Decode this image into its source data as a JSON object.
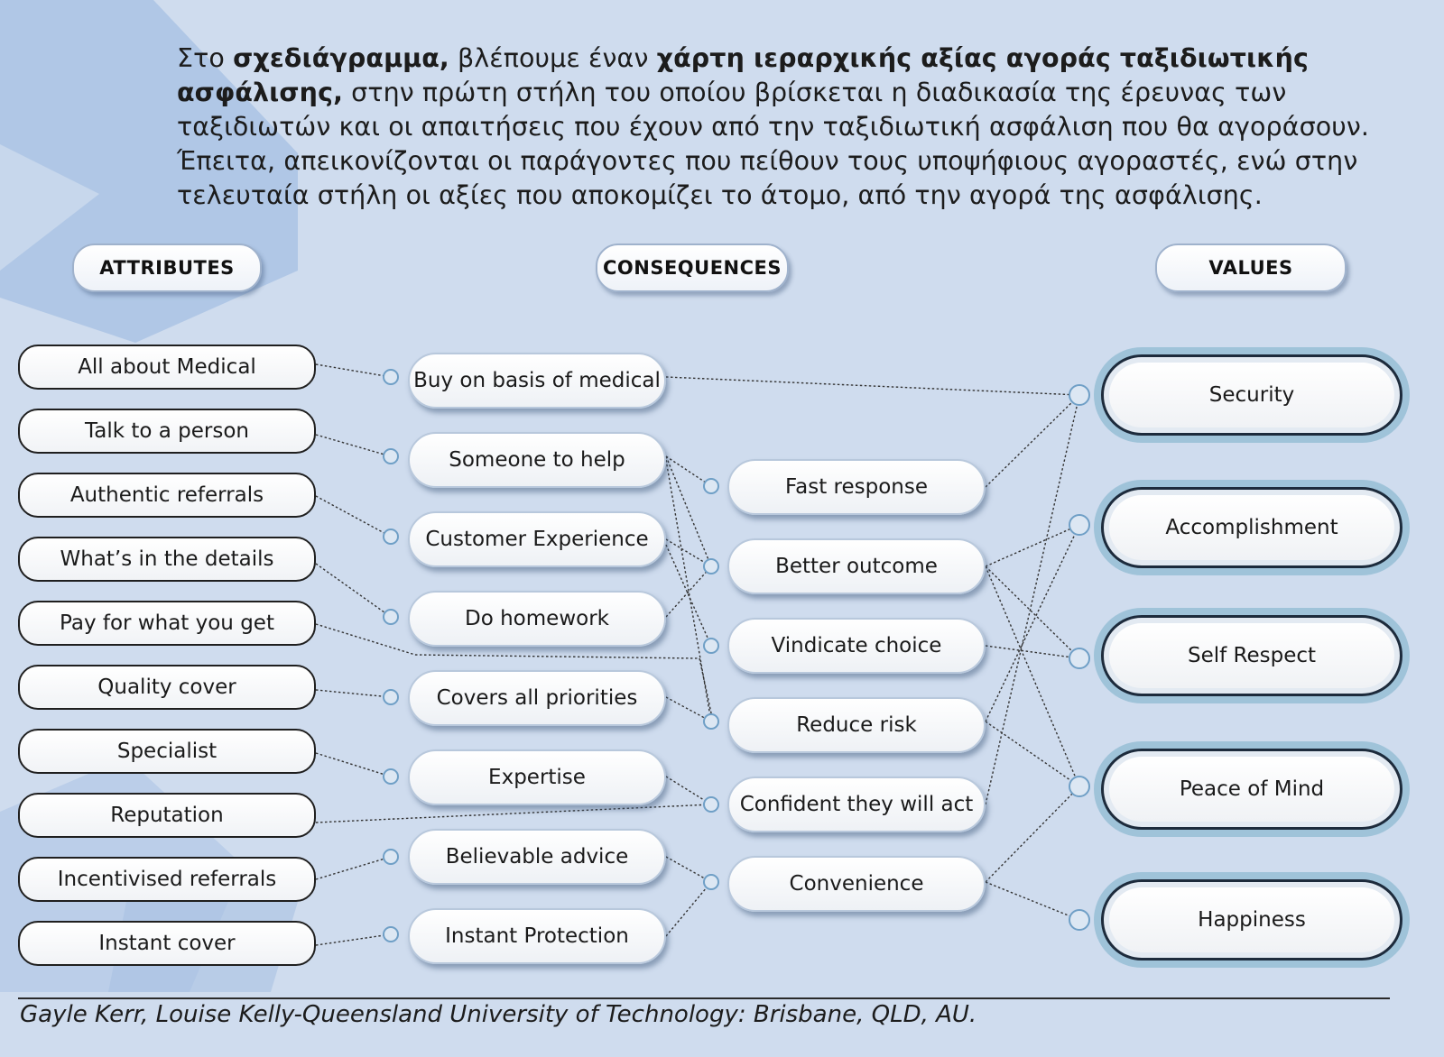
{
  "intro": {
    "p1": "Στο ",
    "b1": "σχεδιάγραμμα,",
    "p2": " βλέπουμε έναν ",
    "b2": "χάρτη ιεραρχικής αξίας αγοράς ταξιδιωτικής ασφάλισης,",
    "p3": " στην πρώτη στήλη του οποίου βρίσκεται η διαδικασία της έρευνας των ταξιδιωτών και οι απαιτήσεις που έχουν από την ταξιδιωτική ασφάλιση που θα αγοράσουν. Έπειτα, απεικονίζονται οι παράγοντες που πείθουν τους υποψήφιους αγοραστές, ενώ στην τελευταία στήλη οι αξίες που αποκομίζει το άτομο, από την αγορά της ασφάλισης."
  },
  "headers": {
    "attributes": "ATTRIBUTES",
    "consequences": "CONSEQUENCES",
    "values": "VALUES"
  },
  "attributes": [
    "All about Medical",
    "Talk to a person",
    "Authentic referrals",
    "What’s in the details",
    "Pay for what you get",
    "Quality cover",
    "Specialist",
    "Reputation",
    "Incentivised referrals",
    "Instant cover"
  ],
  "consequences_left": [
    "Buy on basis of medical",
    "Someone to help",
    "Customer Experience",
    "Do homework",
    "Covers all priorities",
    "Expertise",
    "Believable advice",
    "Instant Protection"
  ],
  "consequences_right": [
    "Fast response",
    "Better outcome",
    "Vindicate choice",
    "Reduce risk",
    "Confident they will act",
    "Convenience"
  ],
  "values": [
    "Security",
    "Accomplishment",
    "Self Respect",
    "Peace of Mind",
    "Happiness"
  ],
  "credit": "Gayle Kerr, Louise Kelly-Queensland University of Technology: Brisbane, QLD, AU."
}
